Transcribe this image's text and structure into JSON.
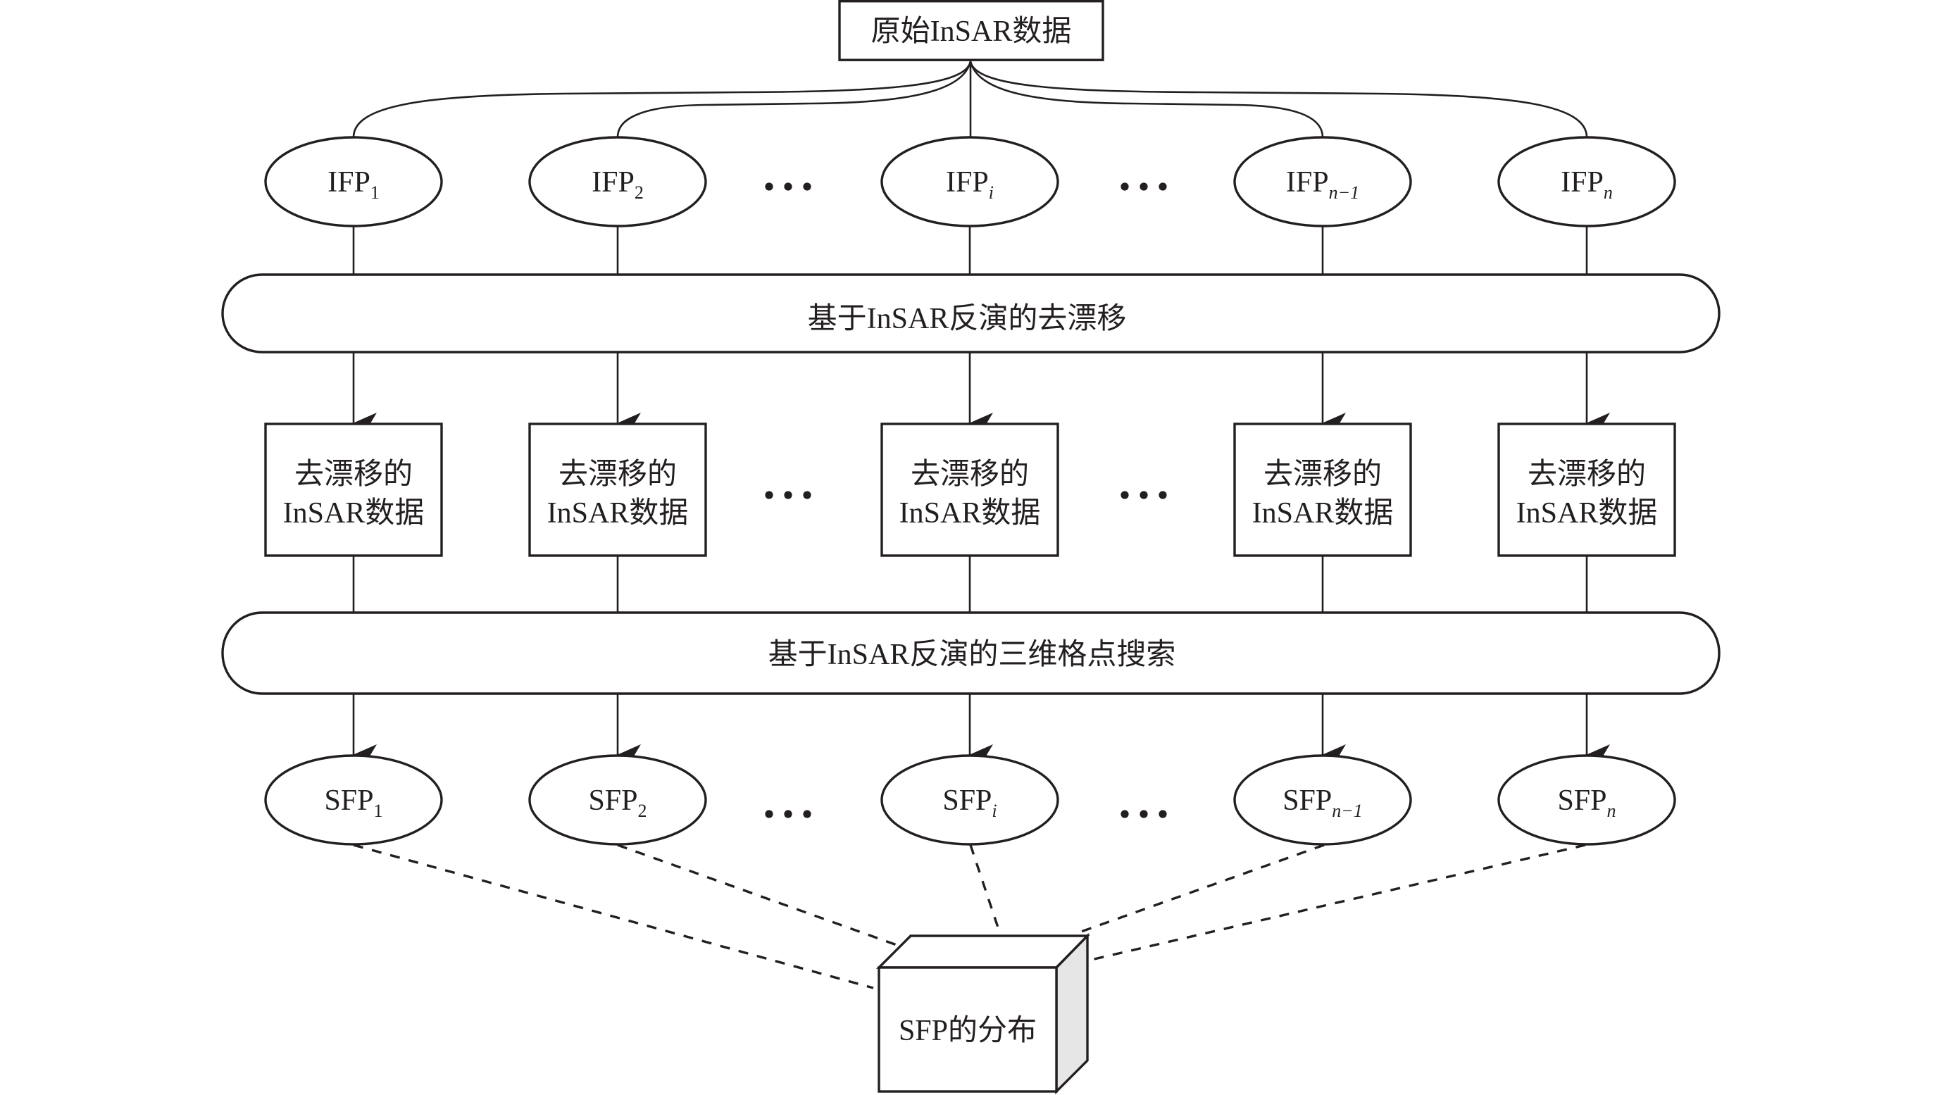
{
  "diagram": {
    "title": "SFP inversion workflow from raw InSAR data",
    "source_node": {
      "label": "原始InSAR数据"
    },
    "ifp_nodes": [
      {
        "base": "IFP",
        "sub": "1",
        "sub_italic": false
      },
      {
        "base": "IFP",
        "sub": "2",
        "sub_italic": false
      },
      {
        "base": "IFP",
        "sub": "i",
        "sub_italic": true
      },
      {
        "base": "IFP",
        "sub": "n−1",
        "sub_italic": true
      },
      {
        "base": "IFP",
        "sub": "n",
        "sub_italic": true
      }
    ],
    "process_band_1": {
      "label": "基于InSAR反演的去漂移"
    },
    "detrended_boxes": [
      {
        "line1": "去漂移的",
        "line2": "InSAR数据"
      },
      {
        "line1": "去漂移的",
        "line2": "InSAR数据"
      },
      {
        "line1": "去漂移的",
        "line2": "InSAR数据"
      },
      {
        "line1": "去漂移的",
        "line2": "InSAR数据"
      },
      {
        "line1": "去漂移的",
        "line2": "InSAR数据"
      }
    ],
    "process_band_2": {
      "label": "基于InSAR反演的三维格点搜索"
    },
    "sfp_nodes": [
      {
        "base": "SFP",
        "sub": "1",
        "sub_italic": false
      },
      {
        "base": "SFP",
        "sub": "2",
        "sub_italic": false
      },
      {
        "base": "SFP",
        "sub": "i",
        "sub_italic": true
      },
      {
        "base": "SFP",
        "sub": "n−1",
        "sub_italic": true
      },
      {
        "base": "SFP",
        "sub": "n",
        "sub_italic": true
      }
    ],
    "result_node": {
      "label": "SFP的分布",
      "shape": "cube"
    },
    "ellipsis": "…",
    "colors": {
      "line": "#231f20",
      "cube_side": "#e6e6e6",
      "background": "#ffffff"
    }
  }
}
